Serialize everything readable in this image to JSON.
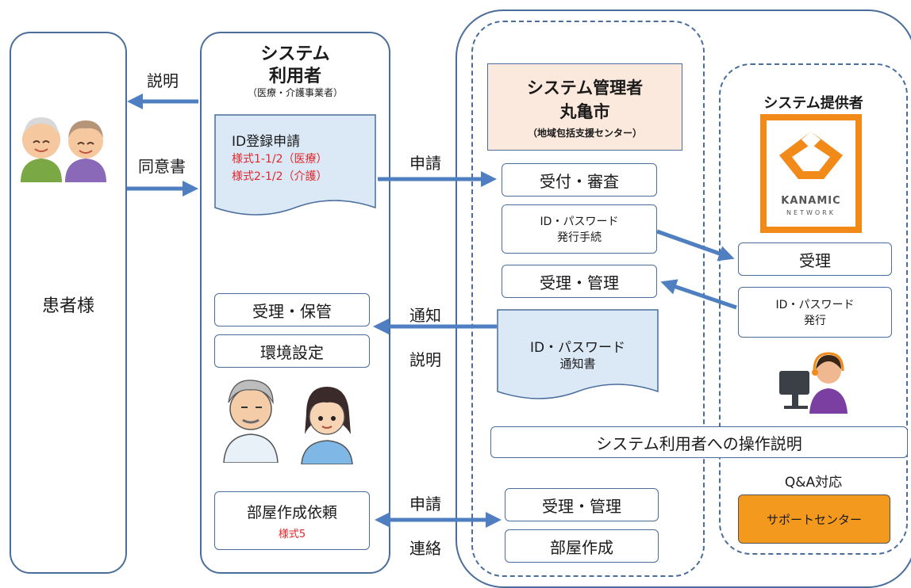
{
  "patient": {
    "label": "患者様"
  },
  "user": {
    "title_line1": "システム",
    "title_line2": "利用者",
    "subtitle": "（医療・介護事業者）",
    "id_form": {
      "title": "ID登録申請",
      "line1": "様式1-1/2（医療）",
      "line2": "様式2-1/2（介護）"
    },
    "receive_store": "受理・保管",
    "env_setup": "環境設定",
    "room_request": {
      "title": "部屋作成依頼",
      "form": "様式5"
    }
  },
  "arrows": {
    "explain_top": "説明",
    "consent": "同意書",
    "apply_top": "申請",
    "notify": "通知",
    "explain_mid": "説明",
    "apply_bottom": "申請",
    "contact": "連絡"
  },
  "admin": {
    "title_line1": "システム管理者",
    "title_line2": "丸亀市",
    "subtitle": "（地域包括支援センター）",
    "reception": "受付・審査",
    "issue_line1": "ID・パスワード",
    "issue_line2": "発行手続",
    "receive_manage": "受理・管理",
    "notice_line1": "ID・パスワード",
    "notice_line2": "通知書",
    "operation_explain": "システム利用者への操作説明",
    "receive_manage2": "受理・管理",
    "room_create": "部屋作成"
  },
  "provider": {
    "title": "システム提供者",
    "logo_text": "KANAMIC",
    "logo_sub": "NETWORK",
    "receive": "受理",
    "issue_line1": "ID・パスワード",
    "issue_line2": "発行",
    "qa": "Q&A対応",
    "support": "サポートセンター"
  },
  "colors": {
    "border": "#4a6d9c",
    "arrow": "#4f7fc0",
    "doc": "#dbe9f7",
    "admin_header": "#fce9de",
    "support": "#f39a1e",
    "logo": "#f28a1a",
    "form_red": "#e0262a"
  }
}
